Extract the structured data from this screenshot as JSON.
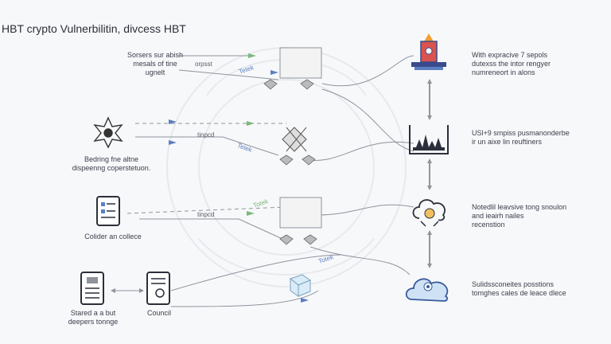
{
  "title": "HBT crypto Vulnerbilitin, divcess HBT",
  "labels": {
    "top_left_desc": "Sorsers sur abish\nmesals of tine\nugnelt",
    "top_mid_small": "orpsst",
    "left_node_desc": "Bedring fne altne\ndispeenng coperstetuon.",
    "mid_small_1": "tinpcd",
    "mid_small_2": "tinpcd",
    "lower_left_desc": "Colider an collece",
    "bottom_left_desc": "Stared a a but\ndeepers tonnge",
    "bottom_mid_desc": "Council",
    "edge_a": "Tetek",
    "edge_b": "Tetek",
    "edge_c": "Totek",
    "edge_d": "Totek",
    "right_1": "With expracive 7 sepols\ndutexss the intor rengyer\nnumreneort in alons",
    "right_2": "USl+9 smpiss pusmanonderbe\nir un aixe lin reuftiners",
    "right_3": "Notedlil leavsive tong snoulon\nand ieairh nailes\nrecenstion",
    "right_4": "Sulidssconeites posstions\ntomghes cales de leace dlece"
  },
  "icons": {
    "rocket": "rocket-icon",
    "cityscape": "cityscape-icon",
    "cloud_refresh": "cloud-refresh-icon",
    "cloud_eye": "cloud-eye-icon",
    "virus": "virus-icon",
    "document": "document-icon",
    "phone": "phone-icon",
    "tablet": "tablet-icon"
  },
  "colors": {
    "line": "#8e939c",
    "accent_green": "#7ab87a",
    "accent_blue": "#5b7fc0",
    "rocket_red": "#d9534f",
    "rocket_orange": "#f0a030",
    "rocket_blue": "#3a4a8c"
  }
}
